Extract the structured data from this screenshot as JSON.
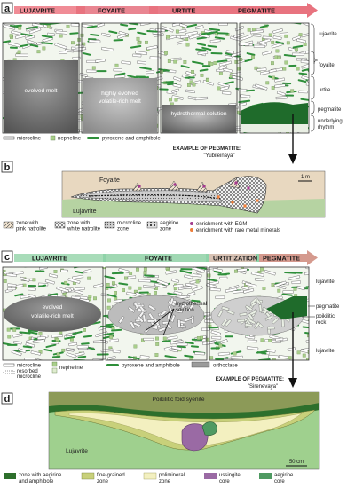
{
  "panel_a": {
    "letter": "a",
    "stage_headers": [
      "LUJAVRITE",
      "FOYAITE",
      "URTITE",
      "PEGMATITE"
    ],
    "col_labels": {
      "evolved_melt": "evolved melt",
      "highly_evolved_l1": "highly evolved",
      "highly_evolved_l2": "volatile-rich melt",
      "hydrothermal": "hydrothermal solution"
    },
    "side_labels": [
      "lujavrite",
      "foyaite",
      "urtite",
      "pegmatite",
      "underlying",
      "rhythm"
    ],
    "legend": [
      "microcline",
      "nepheline",
      "pyroxene and amphibole"
    ],
    "example_title": "EXAMPLE OF PEGMATITE:",
    "example_name": "\"Yubileinaya\""
  },
  "panel_b": {
    "letter": "b",
    "rock_top": "Foyaite",
    "rock_bottom": "Lujavrite",
    "scale": "1 m",
    "legend": [
      {
        "l1": "zone with",
        "l2": "pink natrolite"
      },
      {
        "l1": "zone with",
        "l2": "white natrolite"
      },
      {
        "l1": "microcline",
        "l2": "zone"
      },
      {
        "l1": "aegirine",
        "l2": "zone"
      },
      {
        "l1": "enrichment with EGM",
        "l2": ""
      },
      {
        "l1": "enrichment with rare metal minerals",
        "l2": ""
      }
    ]
  },
  "panel_c": {
    "letter": "c",
    "stage_headers": [
      "LUJAVRITE",
      "FOYAITE",
      "URTITIZATION",
      "PEGMATITE"
    ],
    "melt_l1": "evolved",
    "melt_l2": "volatile-rich melt",
    "hydro_l1": "hydrothermal",
    "hydro_l2": "solution",
    "side_labels": [
      "lujavrite",
      "pegmatite",
      "poikilitic",
      "rock",
      "lujavrite"
    ],
    "legend": {
      "microcline": "microcline",
      "resorbed_l1": "resorbed",
      "resorbed_l2": "microcline",
      "nepheline": "nepheline",
      "pyroxene": "pyroxene and amphibole",
      "orthoclase": "orthoclase"
    },
    "example_title": "EXAMPLE OF PEGMATITE:",
    "example_name": "\"Sirenevaya\""
  },
  "panel_d": {
    "letter": "d",
    "rock_top": "Poikilitic foid syenite",
    "rock_bottom": "Lujavrite",
    "scale": "50 cm",
    "legend": [
      {
        "l1": "zone with aegirine",
        "l2": "and amphibole"
      },
      {
        "l1": "fine-grained",
        "l2": "zone"
      },
      {
        "l1": "polimineral",
        "l2": "zone"
      },
      {
        "l1": "ussingite",
        "l2": "core"
      },
      {
        "l1": "aegirine",
        "l2": "core"
      }
    ]
  },
  "colors": {
    "green": "#2e8f3a",
    "light_green": "#a9cf8b",
    "pink_header": "#e8737f",
    "mint_header": "#8fd3a9",
    "melt_gray": "#6e6e6e",
    "host_rock_tan": "#e8d8c0",
    "ussingite": "#9a6aa4",
    "aegirine_core": "#4f9a62"
  }
}
